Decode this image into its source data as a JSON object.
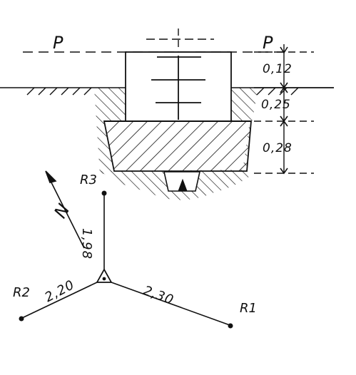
{
  "load": {
    "left": "P",
    "right": "P"
  },
  "depths": {
    "d1": "0,12",
    "d2": "0,25",
    "d3": "0,28"
  },
  "points": {
    "r1": "R1",
    "r2": "R2",
    "r3": "R3"
  },
  "distances": {
    "to_r1": "2,30",
    "to_r2": "2,20",
    "to_r3": "1,98"
  },
  "north": {
    "symbol": "N"
  }
}
